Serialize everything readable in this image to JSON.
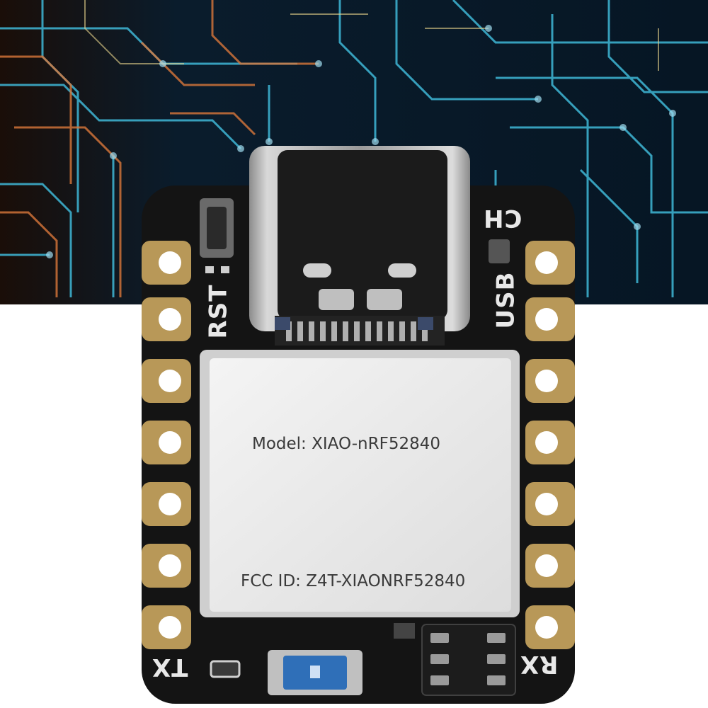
{
  "board": {
    "model_label": "Model: XIAO-nRF52840",
    "fcc_label": "FCC ID: Z4T-XIAONRF52840",
    "silk_rst": "RST",
    "silk_usb": "USB",
    "silk_ch": "CH",
    "silk_tx": "TX",
    "silk_rx": "RX"
  },
  "colors": {
    "background_pcb": "#061a2a",
    "trace_cyan": "#3fb7d6",
    "trace_orange": "#d9773a",
    "board_black": "#141414",
    "pad_gold": "#b89858",
    "shield_silver": "#eeeeee",
    "button_blue": "#2f6fb8"
  },
  "icons": [
    "usb-c-connector-icon",
    "reset-button-icon",
    "user-button-icon",
    "led-icon"
  ]
}
